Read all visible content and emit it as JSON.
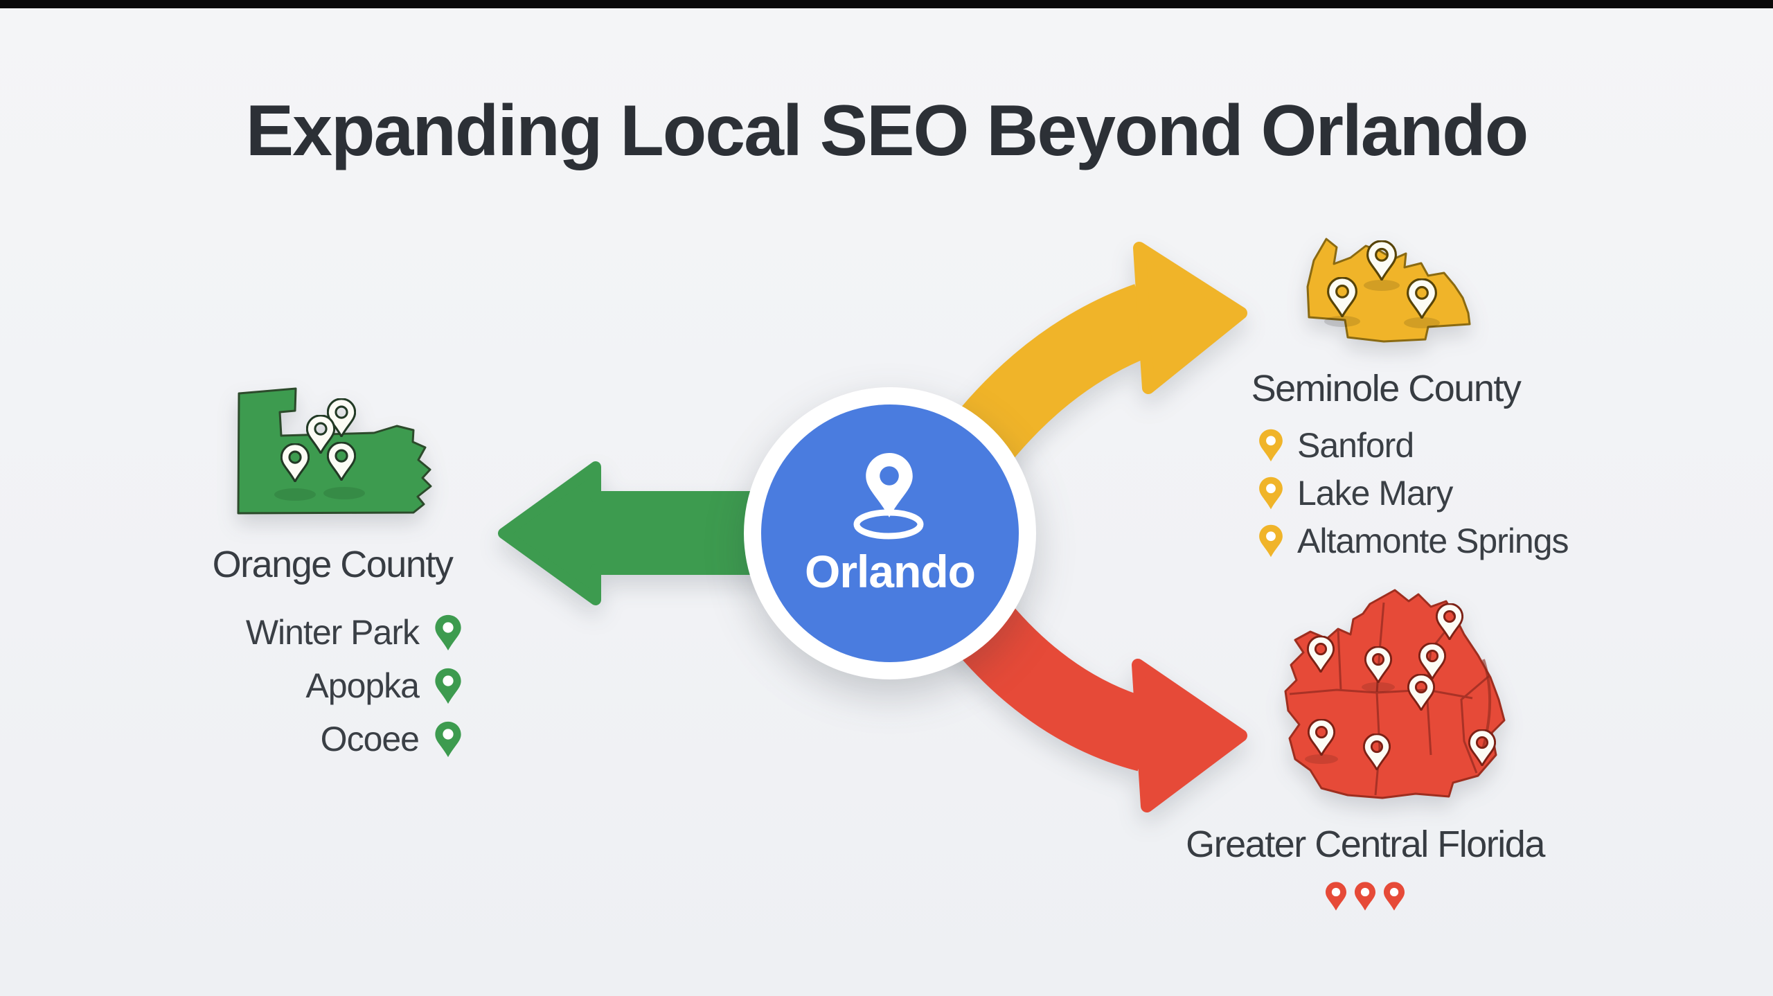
{
  "page": {
    "background": "#f1f2f5",
    "top_bar_color": "#0a0a0a",
    "title_color": "#2c3036"
  },
  "title": "Expanding Local SEO Beyond Orlando",
  "center": {
    "label": "Orlando",
    "color": "#4a7cdf",
    "ring_color": "#ffffff",
    "icon": "map-pin-icon"
  },
  "regions": {
    "orange_county": {
      "name": "Orange County",
      "color": "#3d9b4f",
      "direction": "left",
      "map_pin_count": 4,
      "cities": [
        "Winter Park",
        "Apopka",
        "Ocoee"
      ]
    },
    "seminole_county": {
      "name": "Seminole County",
      "color": "#f0b429",
      "direction": "upper-right",
      "map_pin_count": 3,
      "cities": [
        "Sanford",
        "Lake Mary",
        "Altamonte Springs"
      ]
    },
    "greater_central_florida": {
      "name": "Greater Central Florida",
      "color": "#e64a38",
      "direction": "lower-right",
      "map_pin_count": 8,
      "footer_pin_count": 3
    }
  }
}
